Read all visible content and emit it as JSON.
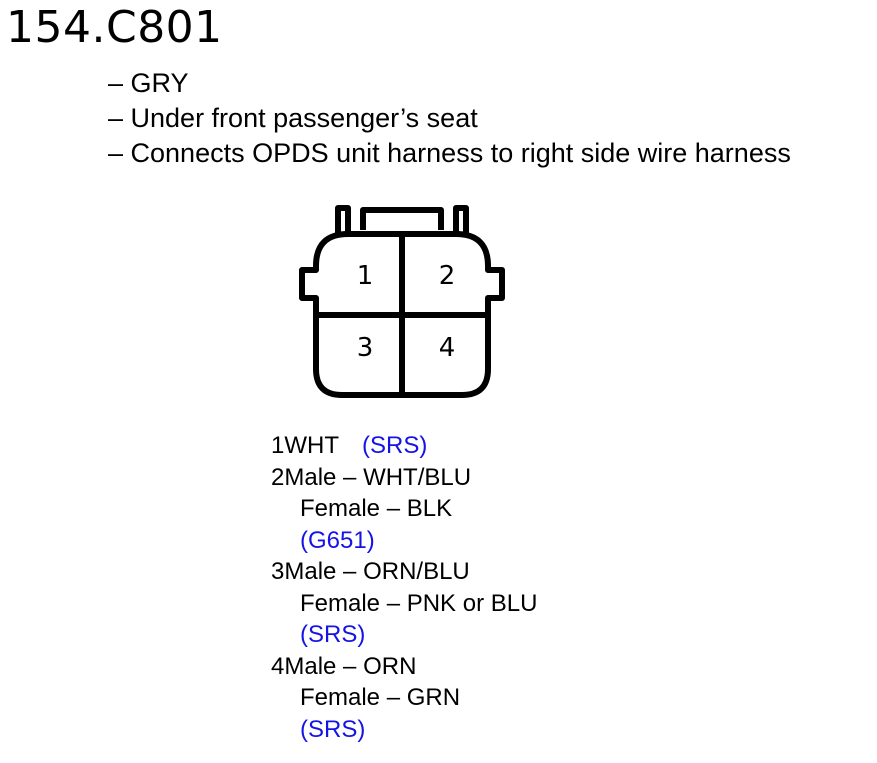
{
  "title": "154.C801",
  "details": [
    "– GRY",
    "– Under front passenger’s seat",
    "– Connects OPDS unit harness to right side wire harness"
  ],
  "connector": {
    "pins": [
      "1",
      "2",
      "3",
      "4"
    ]
  },
  "pinout": [
    {
      "num": "1",
      "main": "WHT",
      "ref": "(SRS)"
    },
    {
      "num": "2",
      "main": "Male – WHT/BLU",
      "female": "Female – BLK",
      "ref": "(G651)"
    },
    {
      "num": "3",
      "main": "Male – ORN/BLU",
      "female": "Female – PNK or BLU",
      "ref": "(SRS)"
    },
    {
      "num": "4",
      "main": "Male – ORN",
      "female": "Female – GRN",
      "ref": "(SRS)"
    }
  ],
  "colors": {
    "text": "#000000",
    "reference": "#1414e6"
  }
}
